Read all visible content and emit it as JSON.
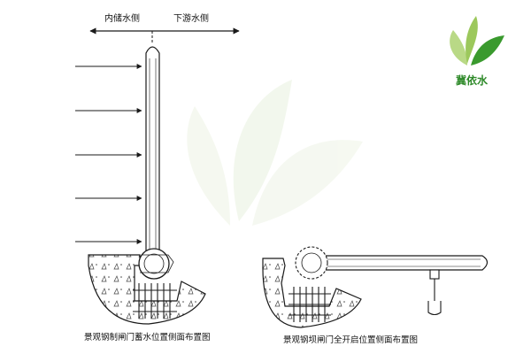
{
  "labels": {
    "upstream": "内储水侧",
    "downstream": "下游水侧"
  },
  "captions": {
    "left": "景观钢制闸门蓄水位置侧面布置图",
    "right": "景观钢坝闸门全开启位置侧面布置图"
  },
  "logo": {
    "text": "冀依水"
  },
  "colors": {
    "line": "#1a1a1a",
    "watermark": "#e8efe2",
    "logo_green": "#3a9a2e",
    "logo_light": "#b9d986"
  }
}
